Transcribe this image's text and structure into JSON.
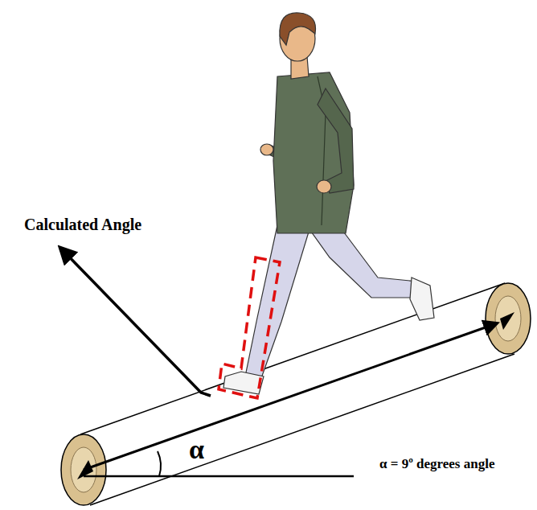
{
  "diagram": {
    "labels": [
      "Calculated Angle",
      "α",
      "α = 9º degrees angle"
    ]
  }
}
